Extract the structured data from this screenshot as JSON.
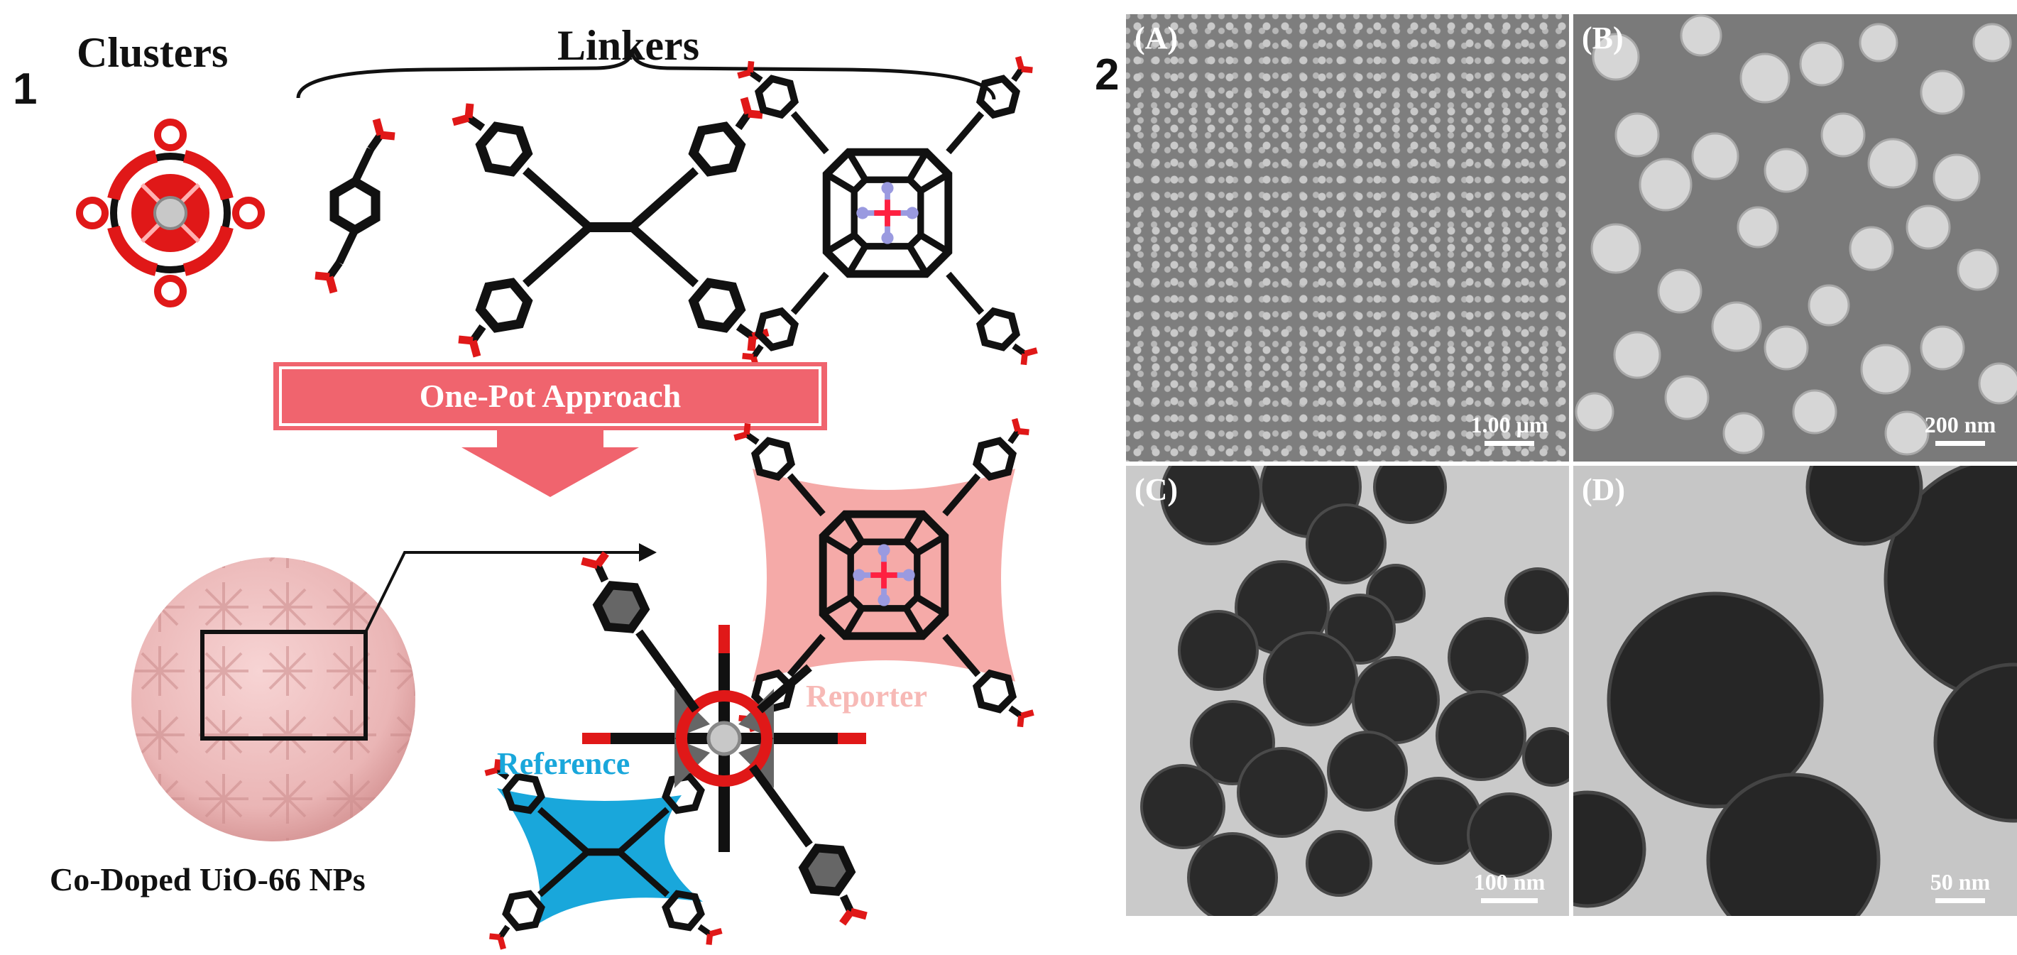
{
  "figure1": {
    "panel_number": "1",
    "clusters_label": "Clusters",
    "linkers_label": "Linkers",
    "approach_label": "One-Pot Approach",
    "reporter_label": "Reporter",
    "reference_label": "Reference",
    "nps_label": "Co-Doped UiO-66 NPs"
  },
  "figure2": {
    "panel_number": "2",
    "panels": [
      {
        "label": "(A)",
        "scale": "1.00 µm"
      },
      {
        "label": "(B)",
        "scale": "200 nm"
      },
      {
        "label": "(C)",
        "scale": "100 nm"
      },
      {
        "label": "(D)",
        "scale": "50 nm"
      }
    ]
  },
  "colors": {
    "oxygen_red": "#e01818",
    "bond_black": "#111111",
    "nitrogen": "#9a9ae0",
    "approach_pink": "#f0646e",
    "reporter_pink": "#f5aaa8",
    "reference_blue": "#19a7db",
    "np_pink": "#f2c2c2",
    "sem_bg": "#7c7c7c",
    "tem_bg": "#c8c8c8"
  }
}
